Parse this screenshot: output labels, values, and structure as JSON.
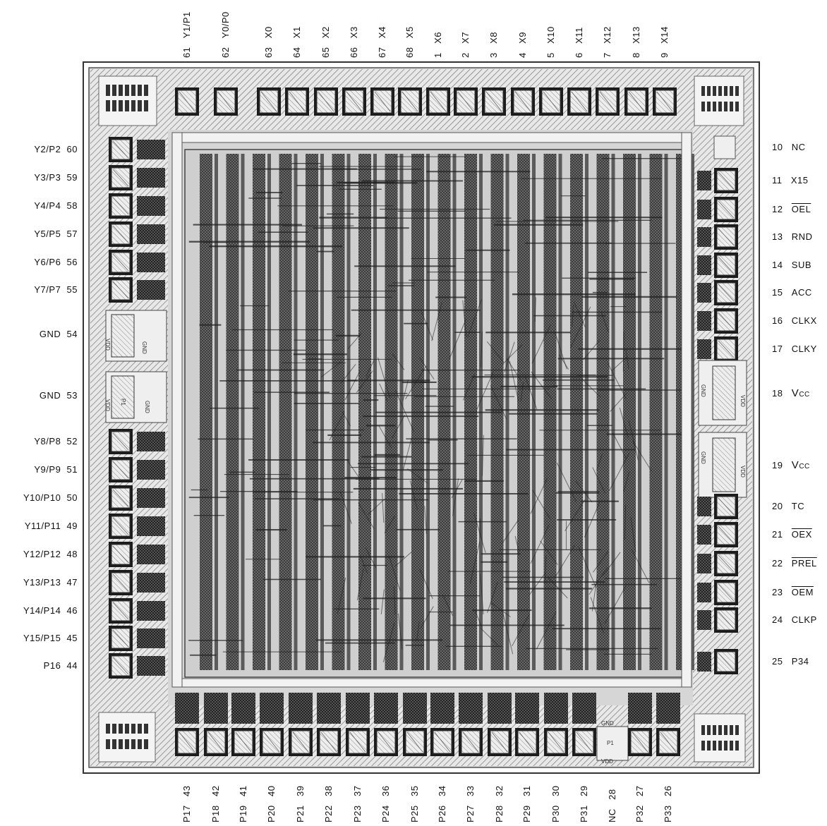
{
  "top_pins": [
    {
      "num": "61",
      "name": "Y1/P1"
    },
    {
      "num": "62",
      "name": "Y0/P0"
    },
    {
      "num": "63",
      "name": "X0"
    },
    {
      "num": "64",
      "name": "X1"
    },
    {
      "num": "65",
      "name": "X2"
    },
    {
      "num": "66",
      "name": "X3"
    },
    {
      "num": "67",
      "name": "X4"
    },
    {
      "num": "68",
      "name": "X5"
    },
    {
      "num": "1",
      "name": "X6"
    },
    {
      "num": "2",
      "name": "X7"
    },
    {
      "num": "3",
      "name": "X8"
    },
    {
      "num": "4",
      "name": "X9"
    },
    {
      "num": "5",
      "name": "X10"
    },
    {
      "num": "6",
      "name": "X11"
    },
    {
      "num": "7",
      "name": "X12"
    },
    {
      "num": "8",
      "name": "X13"
    },
    {
      "num": "9",
      "name": "X14"
    }
  ],
  "left_pins": [
    {
      "name": "Y2/P2",
      "num": "60"
    },
    {
      "name": "Y3/P3",
      "num": "59"
    },
    {
      "name": "Y4/P4",
      "num": "58"
    },
    {
      "name": "Y5/P5",
      "num": "57"
    },
    {
      "name": "Y6/P6",
      "num": "56"
    },
    {
      "name": "Y7/P7",
      "num": "55"
    },
    {
      "name": "GND",
      "num": "54"
    },
    {
      "name": "GND",
      "num": "53"
    },
    {
      "name": "Y8/P8",
      "num": "52"
    },
    {
      "name": "Y9/P9",
      "num": "51"
    },
    {
      "name": "Y10/P10",
      "num": "50"
    },
    {
      "name": "Y11/P11",
      "num": "49"
    },
    {
      "name": "Y12/P12",
      "num": "48"
    },
    {
      "name": "Y13/P13",
      "num": "47"
    },
    {
      "name": "Y14/P14",
      "num": "46"
    },
    {
      "name": "Y15/P15",
      "num": "45"
    },
    {
      "name": "P16",
      "num": "44"
    }
  ],
  "right_pins": [
    {
      "num": "10",
      "name": "NC"
    },
    {
      "num": "11",
      "name": "X15"
    },
    {
      "num": "12",
      "name": "OEL",
      "overline": true
    },
    {
      "num": "13",
      "name": "RND"
    },
    {
      "num": "14",
      "name": "SUB"
    },
    {
      "num": "15",
      "name": "ACC"
    },
    {
      "num": "16",
      "name": "CLKX"
    },
    {
      "num": "17",
      "name": "CLKY"
    },
    {
      "num": "18",
      "name": "V",
      "sub": "CC"
    },
    {
      "num": "19",
      "name": "V",
      "sub": "CC"
    },
    {
      "num": "20",
      "name": "TC"
    },
    {
      "num": "21",
      "name": "OEX",
      "overline": true
    },
    {
      "num": "22",
      "name": "PREL",
      "overline": true
    },
    {
      "num": "23",
      "name": "OEM",
      "overline": true
    },
    {
      "num": "24",
      "name": "CLKP"
    },
    {
      "num": "25",
      "name": "P34"
    }
  ],
  "bottom_pins": [
    {
      "name": "P17",
      "num": "43"
    },
    {
      "name": "P18",
      "num": "42"
    },
    {
      "name": "P19",
      "num": "41"
    },
    {
      "name": "P20",
      "num": "40"
    },
    {
      "name": "P21",
      "num": "39"
    },
    {
      "name": "P22",
      "num": "38"
    },
    {
      "name": "P23",
      "num": "37"
    },
    {
      "name": "P24",
      "num": "36"
    },
    {
      "name": "P25",
      "num": "35"
    },
    {
      "name": "P26",
      "num": "34"
    },
    {
      "name": "P27",
      "num": "33"
    },
    {
      "name": "P28",
      "num": "32"
    },
    {
      "name": "P29",
      "num": "31"
    },
    {
      "name": "P30",
      "num": "30"
    },
    {
      "name": "P31",
      "num": "29"
    },
    {
      "name": "NC",
      "num": "28"
    },
    {
      "name": "P32",
      "num": "27"
    },
    {
      "name": "P33",
      "num": "26"
    }
  ],
  "die_labels": {
    "vdd": "VDD",
    "gnd": "GND",
    "p1": "P1"
  },
  "colors": {
    "metal_dark": "#1a1a1a",
    "die_bg": "#d9d9d9",
    "pad_frame": "#f0f0f0"
  }
}
